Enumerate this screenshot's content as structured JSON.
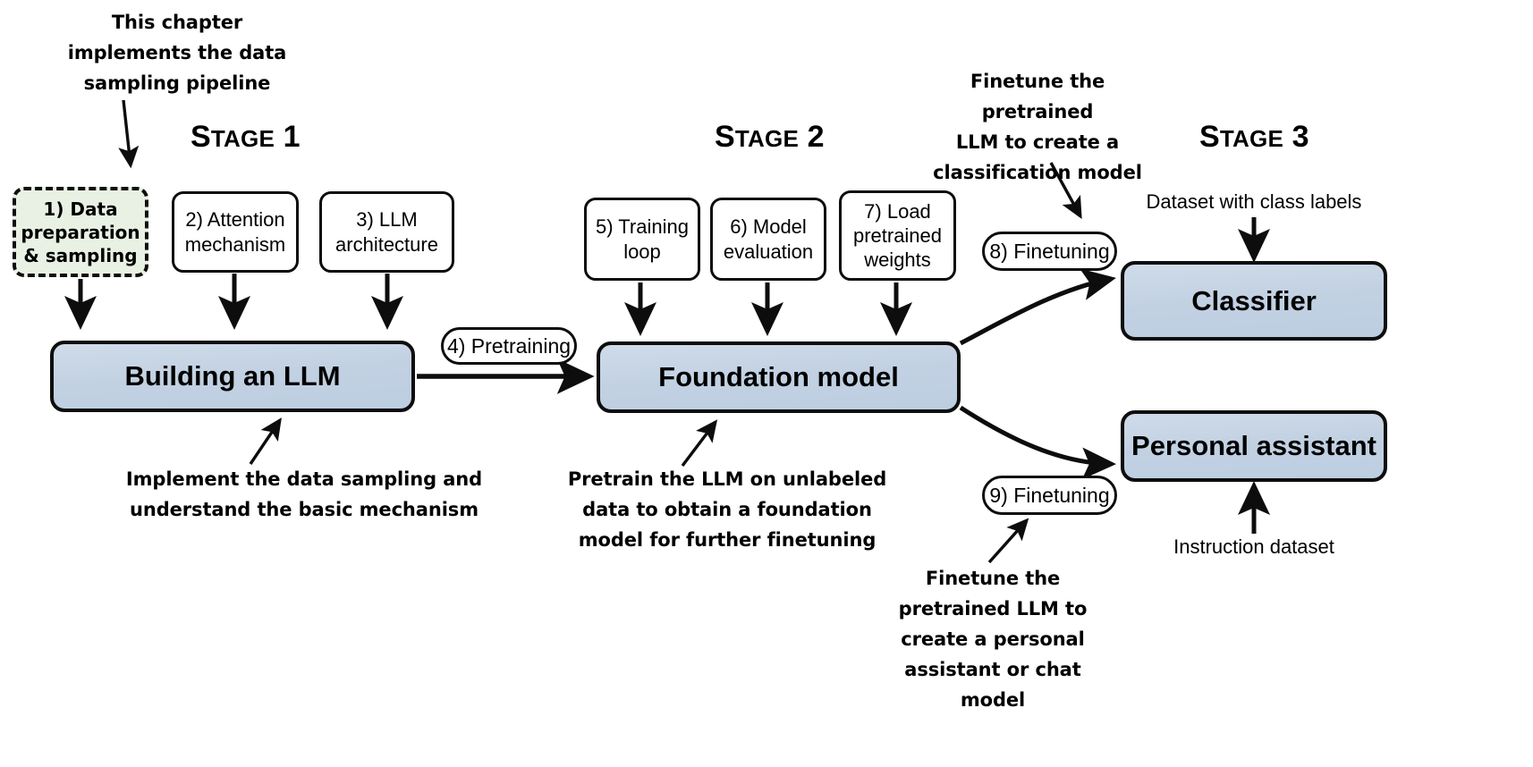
{
  "diagram": {
    "title": "LLM development three-stage pipeline",
    "colors": {
      "model_box_fill": "#c4d2e3",
      "highlight_fill": "#e9f1e4",
      "stroke": "#0d0d0d",
      "background": "#ffffff"
    }
  },
  "stages": [
    {
      "word": "S",
      "rest": "TAGE",
      "num": "1"
    },
    {
      "word": "S",
      "rest": "TAGE",
      "num": "2"
    },
    {
      "word": "S",
      "rest": "TAGE",
      "num": "3"
    }
  ],
  "annotations": {
    "chapter_note": "This chapter\nimplements the data\nsampling pipeline",
    "building_note": "Implement the data sampling and\nunderstand the basic mechanism",
    "pretrain_note": "Pretrain the LLM on unlabeled\ndata to obtain a foundation\nmodel for further finetuning",
    "classifier_note": "Finetune the pretrained\nLLM to create a\nclassification model",
    "assistant_note": "Finetune the\npretrained LLM to\ncreate a personal\nassistant or chat model"
  },
  "steps": {
    "step1": "1) Data\npreparation\n& sampling",
    "step2": "2) Attention\nmechanism",
    "step3": "3) LLM\narchitecture",
    "step5": "5) Training\nloop",
    "step6": "6) Model\nevaluation",
    "step7": "7) Load\npretrained\nweights"
  },
  "pills": {
    "step4": "4) Pretraining",
    "step8": "8) Finetuning",
    "step9": "9) Finetuning"
  },
  "models": {
    "building_llm": "Building an LLM",
    "foundation_model": "Foundation model",
    "classifier": "Classifier",
    "personal_assistant": "Personal assistant"
  },
  "datasets": {
    "class_labels": "Dataset with class labels",
    "instruction": "Instruction dataset"
  }
}
